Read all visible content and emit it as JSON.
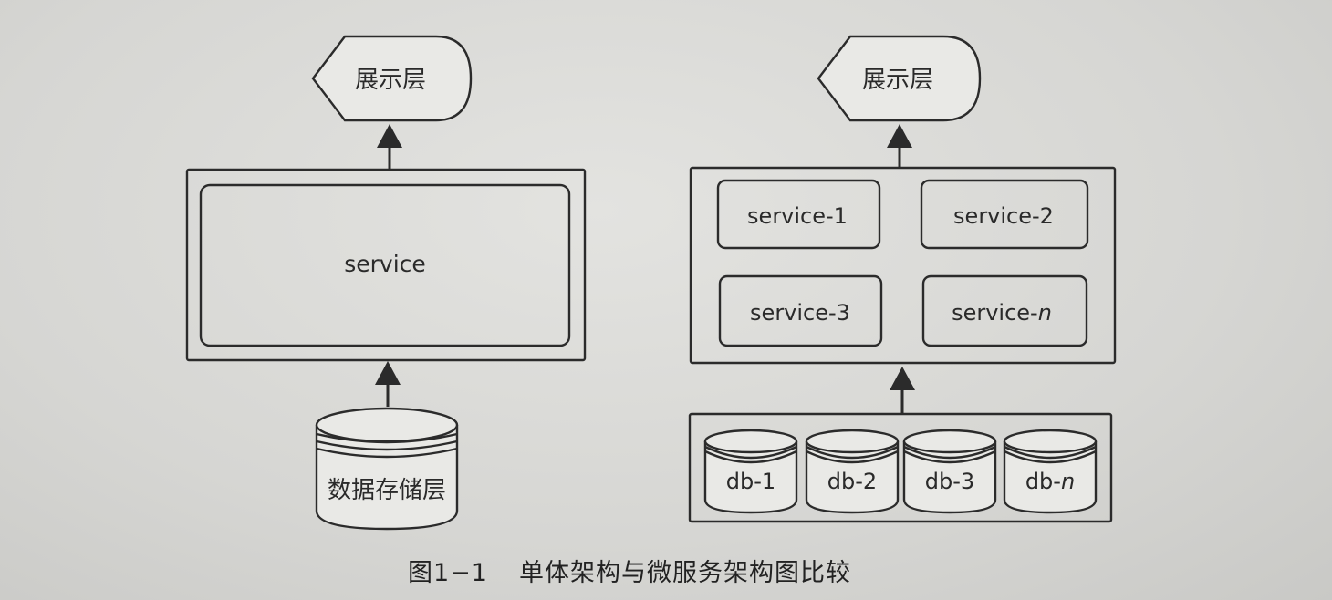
{
  "monolith": {
    "presentation_label": "展示层",
    "service_label": "service",
    "storage_label": "数据存储层"
  },
  "microservices": {
    "presentation_label": "展示层",
    "services": [
      {
        "label": "service-1"
      },
      {
        "label": "service-2"
      },
      {
        "label": "service-3"
      },
      {
        "label": "service-",
        "suffix": "n"
      }
    ],
    "databases": [
      {
        "label": "db-1"
      },
      {
        "label": "db-2"
      },
      {
        "label": "db-3"
      },
      {
        "label": "db-",
        "suffix": "n"
      }
    ]
  },
  "caption": {
    "figure_number": "图1−1",
    "title": "单体架构与微服务架构图比较"
  }
}
